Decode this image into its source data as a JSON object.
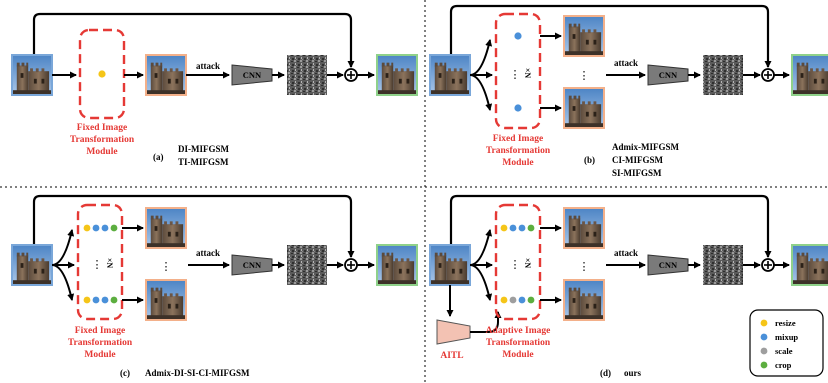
{
  "labels": {
    "fixed_module": [
      "Fixed Image",
      "Transformation",
      "Module"
    ],
    "adaptive_module": [
      "Adaptive Image",
      "Transformation",
      "Module"
    ],
    "attack": "attack",
    "cnn": "CNN",
    "aitl": "AITL",
    "n_times": "×N",
    "dots": "⋮",
    "hdots": "⋯"
  },
  "panels": {
    "a": {
      "tag": "(a)",
      "methods": [
        "DI-MIFGSM",
        "TI-MIFGSM"
      ]
    },
    "b": {
      "tag": "(b)",
      "methods": [
        "Admix-MIFGSM",
        "CI-MIFGSM",
        "SI-MIFGSM"
      ]
    },
    "c": {
      "tag": "(c)",
      "methods": [
        "Admix-DI-SI-CI-MIFGSM"
      ]
    },
    "d": {
      "tag": "(d)",
      "methods": [
        "ours"
      ]
    }
  },
  "legend": [
    {
      "label": "resize",
      "color": "#f5c518"
    },
    {
      "label": "mixup",
      "color": "#4a90d9"
    },
    {
      "label": "scale",
      "color": "#9e9e9e"
    },
    {
      "label": "crop",
      "color": "#5cae3f"
    }
  ],
  "colors": {
    "red": "#e53935",
    "input_border": "#7aa7d9",
    "transformed_border": "#f3b08a",
    "output_border": "#8fd18a",
    "aitl_fill": "#f3c2b3"
  }
}
